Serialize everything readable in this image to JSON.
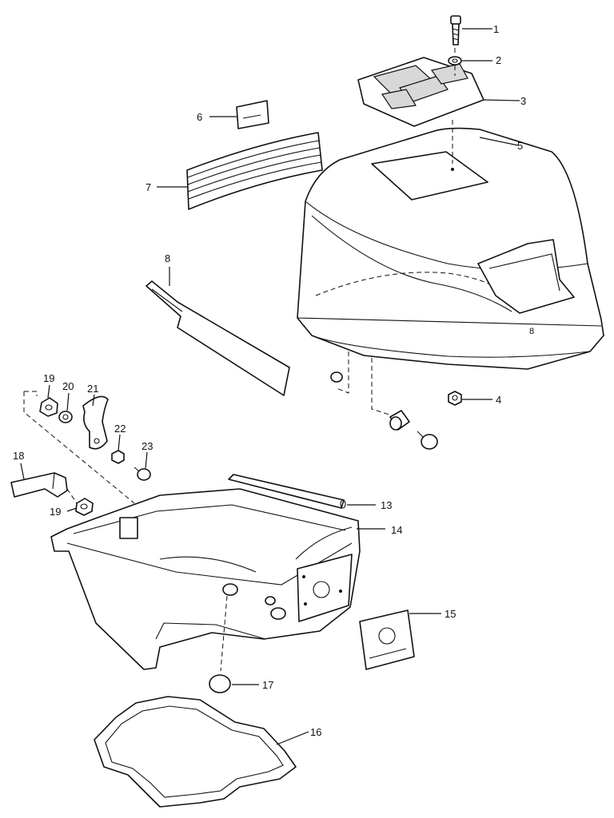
{
  "diagram": {
    "callouts": [
      {
        "id": "1",
        "label": "1"
      },
      {
        "id": "2",
        "label": "2"
      },
      {
        "id": "3",
        "label": "3"
      },
      {
        "id": "4",
        "label": "4"
      },
      {
        "id": "5",
        "label": "5"
      },
      {
        "id": "6",
        "label": "6"
      },
      {
        "id": "7",
        "label": "7"
      },
      {
        "id": "8",
        "label": "8"
      },
      {
        "id": "13",
        "label": "13"
      },
      {
        "id": "14",
        "label": "14"
      },
      {
        "id": "15",
        "label": "15"
      },
      {
        "id": "16",
        "label": "16"
      },
      {
        "id": "17",
        "label": "17"
      },
      {
        "id": "18",
        "label": "18"
      },
      {
        "id": "19a",
        "label": "19"
      },
      {
        "id": "19b",
        "label": "19"
      },
      {
        "id": "20",
        "label": "20"
      },
      {
        "id": "21",
        "label": "21"
      },
      {
        "id": "22",
        "label": "22"
      },
      {
        "id": "23",
        "label": "23"
      }
    ]
  }
}
